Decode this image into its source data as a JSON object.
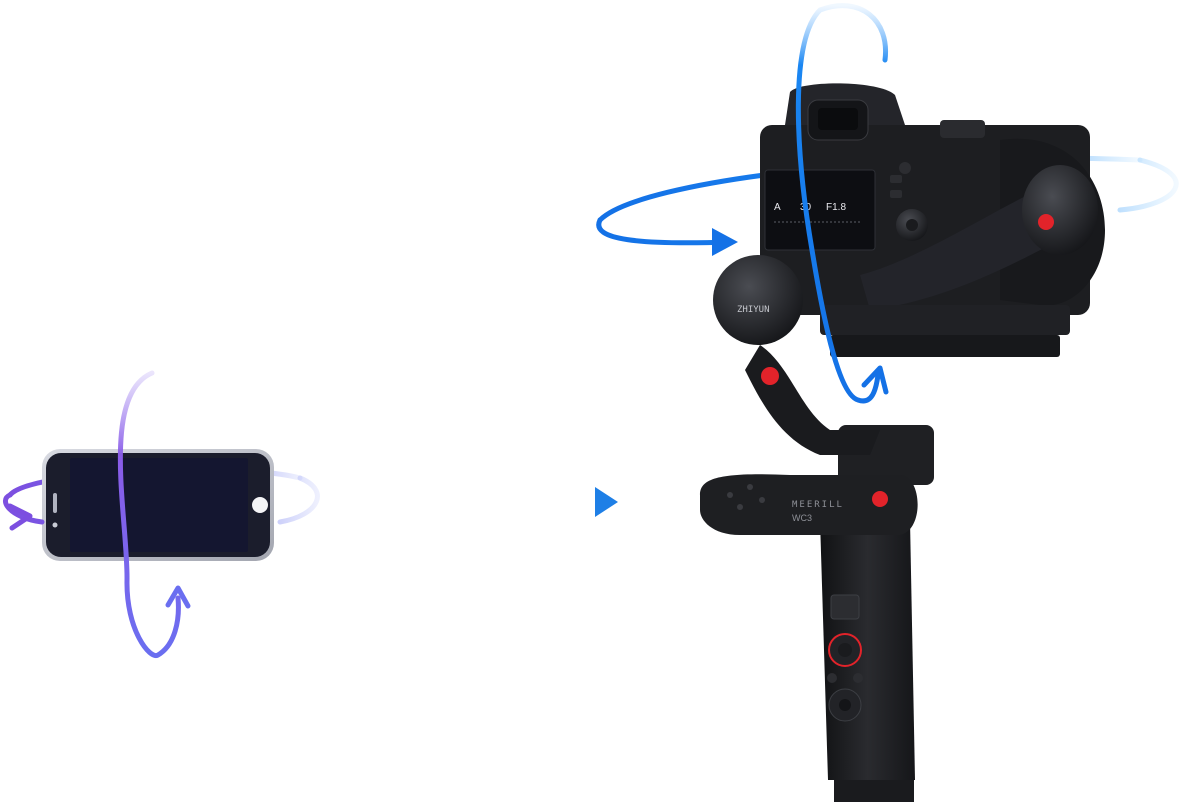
{
  "colors": {
    "background": "#ffffff",
    "phone_rotation_purple": "#7c5ce8",
    "gimbal_rotation_blue": "#1a7cf0",
    "arrow_blue": "#1e88e5",
    "phone_screen": "#141630",
    "device_body": "#1c1d20",
    "accent_red": "#e2232a"
  },
  "icons": {
    "phone": "smartphone-icon",
    "arrow": "arrow-right-icon",
    "device": "camera-gimbal-icon"
  },
  "camera_screen": {
    "mode": "A",
    "shutter": "30",
    "aperture": "F1.8"
  },
  "branding": {
    "gimbal_brand": "MEERILL",
    "gimbal_model": "WC3",
    "motor_brand": "ZHIYUN"
  }
}
